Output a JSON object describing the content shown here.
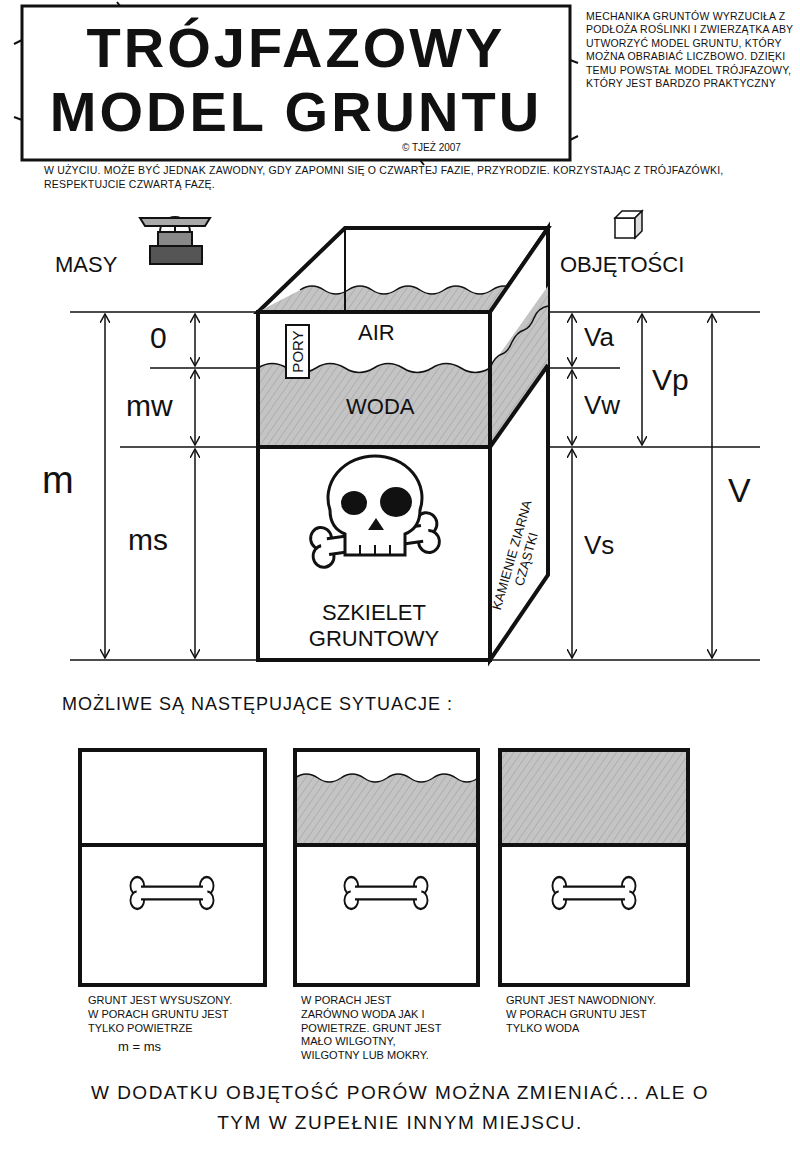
{
  "diagram": {
    "title": "TRÓJFAZOWY MODEL GRUNTU",
    "caption": "W DODATKU OBJĘTOŚĆ PORÓW MOŻNA ZMIENIAĆ... ALE O TYM W ZUPEŁNIE INNYM MIEJSCU.",
    "nodes": [
      {
        "text": [
          "AIR",
          "WODA"
        ]
      },
      {
        "text": [
          "PORY"
        ],
        "in": 0
      },
      {
        "text": [
          "SZKIELET GRUNTOWY"
        ]
      },
      {
        "text": [
          "GRUNT JEST WYSUSZONY. W PORACH GRUNTU JEST TYLKO POWIETRZE",
          "m = ms"
        ]
      },
      {
        "text": [
          "W PORACH JEST ZARÓWNO WODA JAK I POWIETRZE. GRUNT JEST MAŁO WILGOTNY, WILGOTNY LUB MOKRY."
        ]
      },
      {
        "text": [
          "GRUNT JEST NAWODNIONY. W PORACH GRUNTU JEST TYLKO WODA"
        ]
      }
    ],
    "labels": [
      "© TJEŻ 2007",
      "MECHANIKA GRUNTÓW WYRZUCIŁA Z PODŁOŻA ROŚLINKI I ZWIERZĄTKA ABY UTWORZYĆ MODEL GRUNTU, KTÓRY MOŻNA OBRABIAĆ LICZBOWO. DZIĘKI TEMU POWSTAŁ MODEL TRÓJFAZOWY, KTÓRY JEST BARDZO PRAKTYCZNY",
      "W UŻYCIU. MOŻE BYĆ JEDNAK ZAWODNY, GDY ZAPOMNI SIĘ O CZWARTEJ FAZIE, PRZYRODZIE. KORZYSTAJĄC Z TRÓJFAZÓWKI, RESPEKTUJCIE CZWARTĄ FAZĘ.",
      "MASY",
      "OBJĘTOŚCI",
      "0",
      "mw",
      "m",
      "ms",
      "Va",
      "Vp",
      "Vw",
      "V",
      "Vs",
      "KAMIENIE ZIARNA CZĄSTKI",
      "MOŻLIWE SĄ NASTĘPUJĄCE SYTUACJE :"
    ]
  }
}
